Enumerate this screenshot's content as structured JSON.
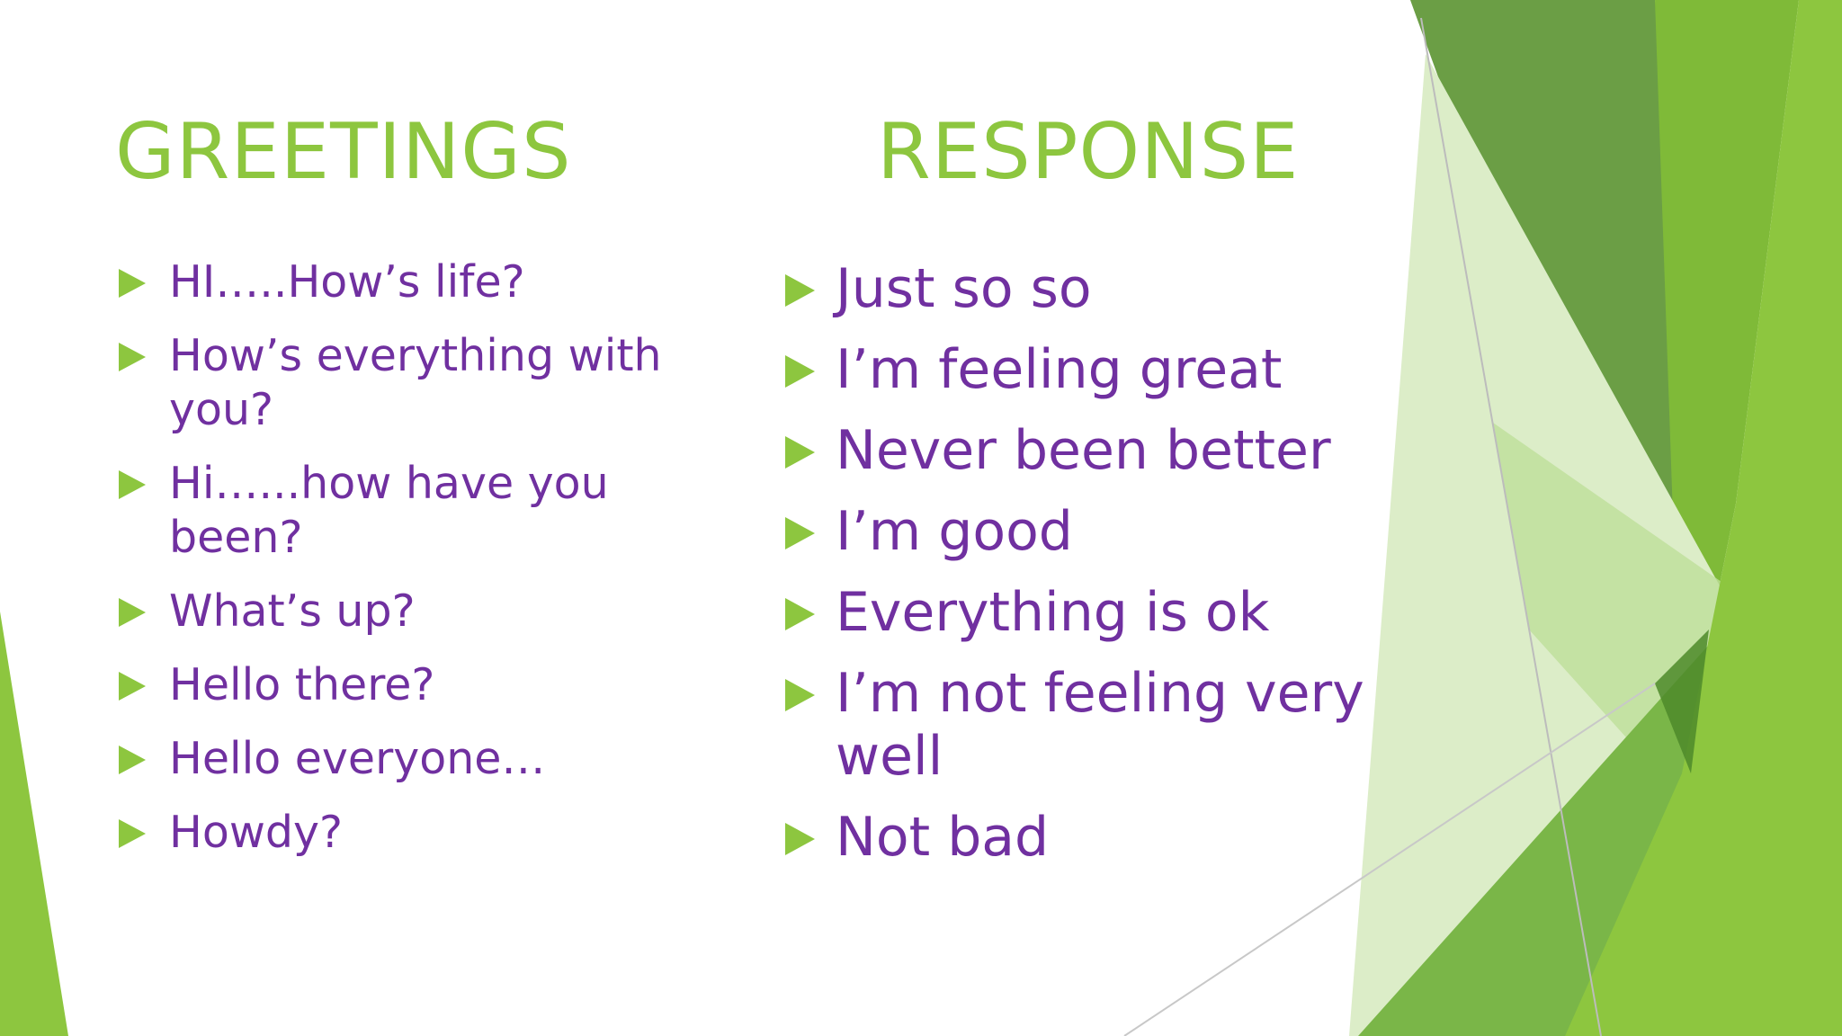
{
  "colors": {
    "heading": "#8dc63f",
    "body_text": "#7030a0",
    "bullet": "#8dc63f",
    "accent_dark": "#4e8a2a",
    "accent_mid": "#7ab648",
    "accent_light": "#bedf9a"
  },
  "icons": {
    "bullet": "triangle-right-icon"
  },
  "greetings": {
    "heading": "GREETINGS",
    "items": [
      "HI…..How’s life?",
      "How’s everything with you?",
      "Hi…...how have you been?",
      "What’s up?",
      "Hello there?",
      "Hello everyone…",
      "Howdy?"
    ]
  },
  "response": {
    "heading": "RESPONSE",
    "items": [
      "Just so so",
      "I’m feeling great",
      "Never been better",
      "I’m good",
      "Everything is ok",
      "I’m not feeling very well",
      "Not bad"
    ]
  }
}
